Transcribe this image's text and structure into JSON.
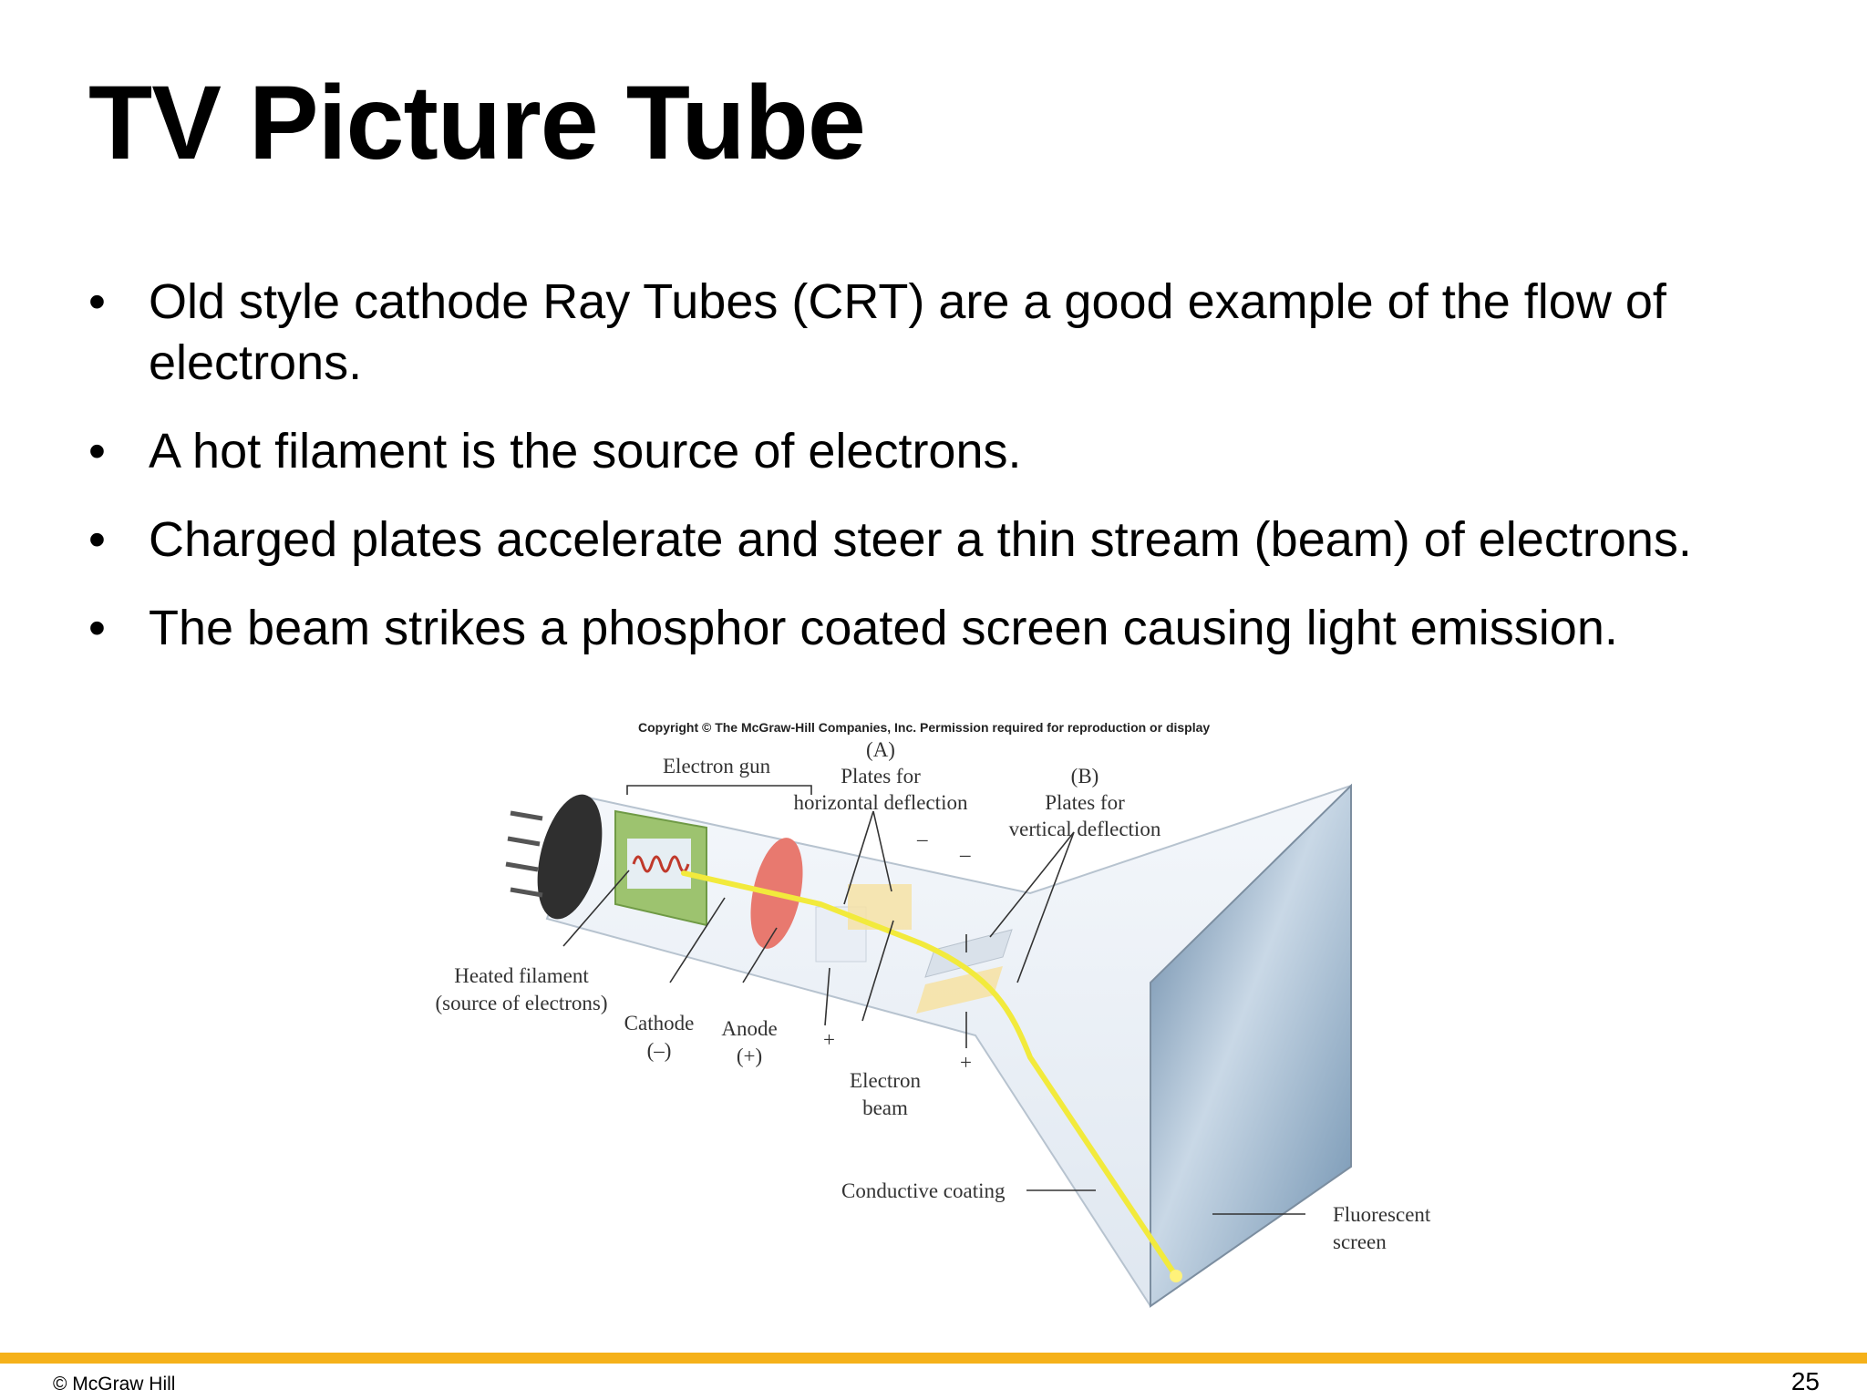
{
  "slide": {
    "title": "TV Picture Tube",
    "bullets": [
      "Old style cathode Ray Tubes (CRT) are a good example of the flow of electrons.",
      "A hot filament is the source of electrons.",
      "Charged plates accelerate and steer a thin stream (beam) of electrons.",
      "The beam strikes a phosphor coated screen causing light emission."
    ],
    "bullet_symbol": "•"
  },
  "figure": {
    "copyright": "Copyright © The McGraw-Hill Companies, Inc. Permission required for reproduction or display",
    "labels": {
      "electron_gun": "Electron gun",
      "a_marker": "(A)",
      "a_line1": "Plates for",
      "a_line2": "horizontal deflection",
      "b_marker": "(B)",
      "b_line1": "Plates for",
      "b_line2": "vertical deflection",
      "filament_line1": "Heated filament",
      "filament_line2": "(source of electrons)",
      "cathode_line1": "Cathode",
      "cathode_line2": "(–)",
      "anode_line1": "Anode",
      "anode_line2": "(+)",
      "beam_line1": "Electron",
      "beam_line2": "beam",
      "coating": "Conductive coating",
      "screen_line1": "Fluorescent",
      "screen_line2": "screen",
      "minus_a": "–",
      "minus_b": "–",
      "plus_a": "+",
      "plus_b": "+"
    }
  },
  "footer": {
    "copyright": "© McGraw Hill",
    "page_number": "25",
    "bar_color": "#f5b11a"
  }
}
